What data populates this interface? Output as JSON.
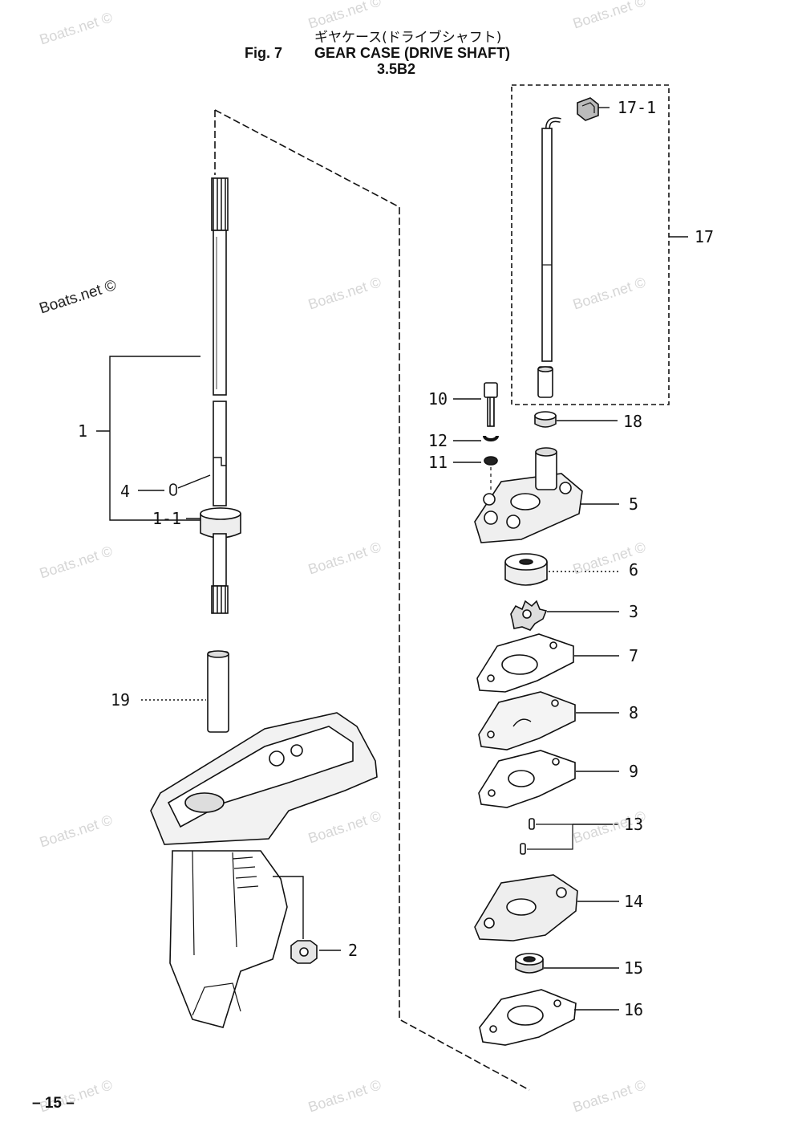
{
  "header": {
    "japanese_title": "ギヤケース(ドライブシャフト)",
    "fig_label": "Fig. 7",
    "title": "GEAR CASE (DRIVE SHAFT)",
    "model": "3.5B2"
  },
  "callouts": {
    "c1": "1",
    "c1_1": "1-1",
    "c2": "2",
    "c3": "3",
    "c4": "4",
    "c5": "5",
    "c6": "6",
    "c7": "7",
    "c8": "8",
    "c9": "9",
    "c10": "10",
    "c11": "11",
    "c12": "12",
    "c13": "13",
    "c14": "14",
    "c15": "15",
    "c16": "16",
    "c17": "17",
    "c17_1": "17-1",
    "c18": "18",
    "c19": "19"
  },
  "watermark": "Boats.net ©",
  "page_number": "– 15 –"
}
